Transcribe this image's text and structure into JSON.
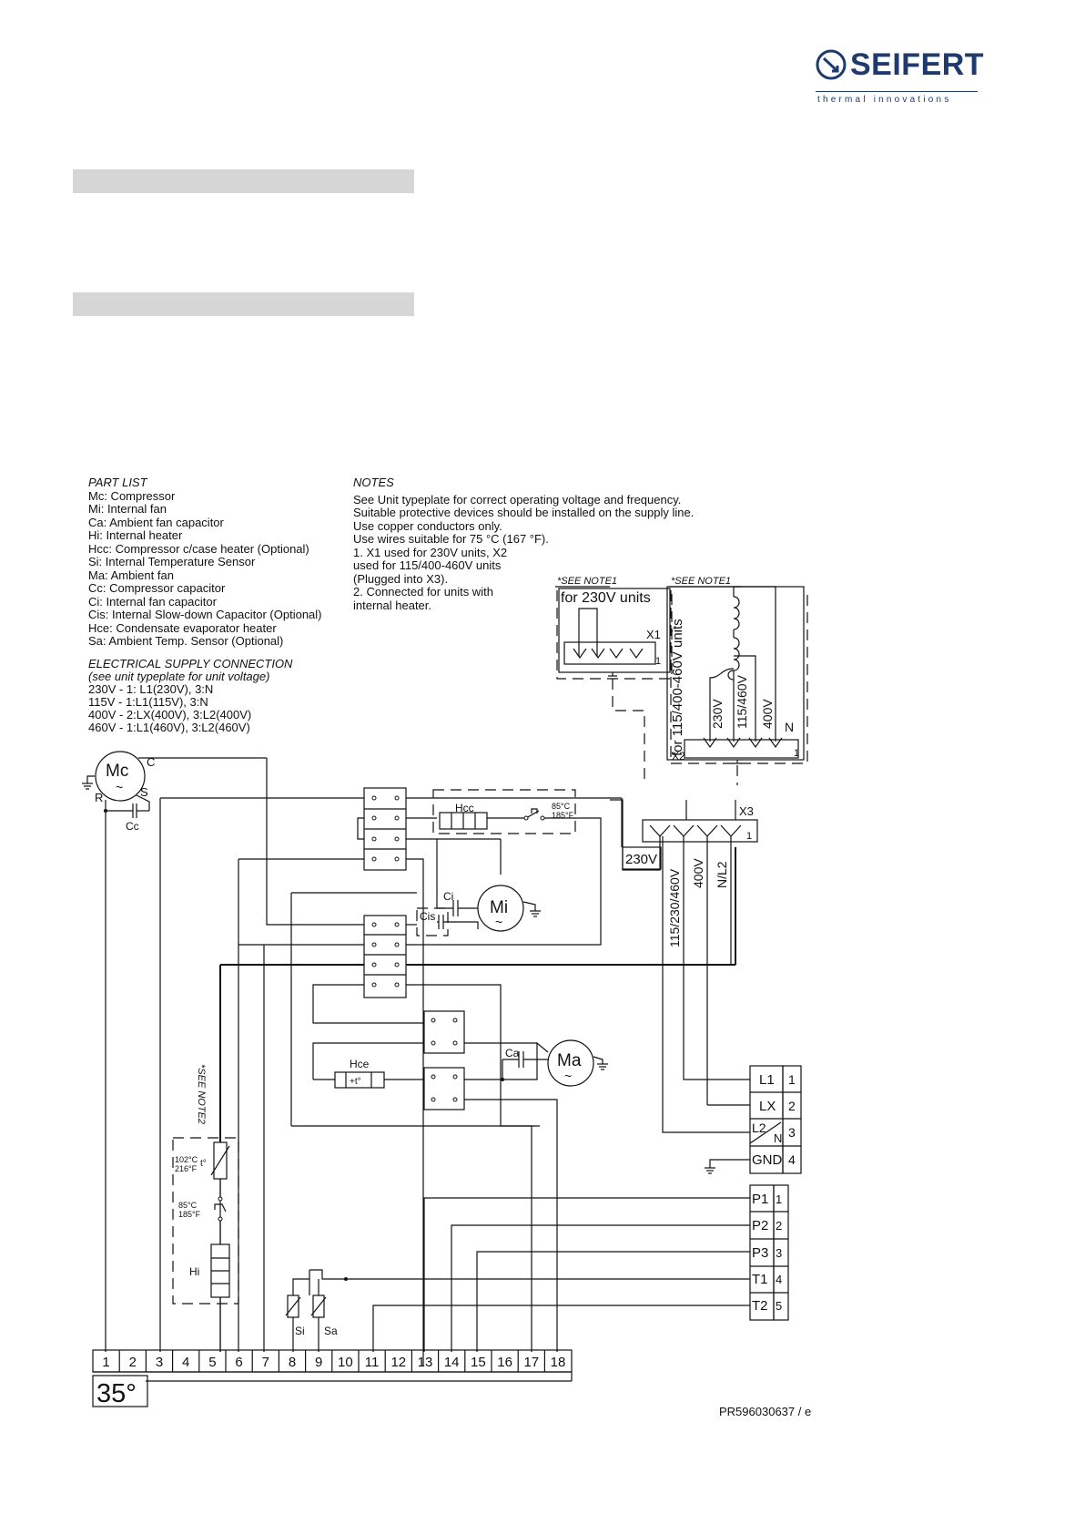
{
  "brand": {
    "name": "SEIFERT",
    "tagline": "thermal innovations",
    "color": "#1e3a6e"
  },
  "part_list": {
    "title": "PART LIST",
    "items": [
      "Mc: Compressor",
      "Mi: Internal fan",
      "Ca: Ambient fan capacitor",
      "Hi: Internal heater",
      "Hcc: Compressor c/case heater (Optional)",
      "Si: Internal Temperature Sensor",
      "Ma: Ambient fan",
      "Cc: Compressor capacitor",
      "Ci: Internal fan capacitor",
      "Cis: Internal Slow-down Capacitor (Optional)",
      "Hce: Condensate evaporator heater",
      "Sa: Ambient Temp. Sensor (Optional)"
    ]
  },
  "supply": {
    "title": "ELECTRICAL SUPPLY CONNECTION",
    "subtitle": "(see unit typeplate for unit voltage)",
    "lines": [
      "230V - 1: L1(230V), 3:N",
      "115V - 1:L1(115V), 3:N",
      "400V - 2:LX(400V), 3:L2(400V)",
      "460V - 1:L1(460V), 3:L2(460V)"
    ]
  },
  "notes": {
    "title": "NOTES",
    "lines": [
      "See Unit typeplate for correct operating voltage and frequency.",
      "Suitable protective devices should be installed on the supply line.",
      "Use copper conductors only.",
      "Use wires suitable for 75 °C (167 °F).",
      "1. X1 used for 230V units, X2",
      "used for 115/400-460V units",
      "(Plugged into X3).",
      "2. Connected for units with",
      "internal heater."
    ]
  },
  "diagram": {
    "see_note1": "*SEE NOTE1",
    "see_note2": "*SEE NOTE2",
    "x1_label": "for 230V units",
    "x2_label": "for 115/400-460V units",
    "x1": "X1",
    "x2": "X2",
    "x3": "X3",
    "one": "1",
    "x2_taps": [
      "230V",
      "115/460V",
      "400V",
      "N"
    ],
    "x3_taps": [
      "230V",
      "115/230/460V",
      "400V",
      "N/L2"
    ],
    "components": {
      "mc": "Mc",
      "mi": "Mi",
      "ma": "Ma",
      "tilde": "~",
      "c": "C",
      "s": "S",
      "r": "R",
      "cc": "Cc",
      "ci": "Ci",
      "cis": "Cis",
      "ca": "Ca",
      "hcc": "Hcc",
      "hce": "Hce",
      "hce_sym": "+t°",
      "hi": "Hi",
      "si": "Si",
      "sa": "Sa",
      "t": "t°",
      "hcc_temp1": "85°C",
      "hcc_temp2": "185°F",
      "hi_temp1a": "102°C",
      "hi_temp1b": "216°F",
      "hi_temp2a": "85°C",
      "hi_temp2b": "185°F"
    },
    "supply_terminals": [
      {
        "label": "L1",
        "num": "1"
      },
      {
        "label": "LX",
        "num": "2"
      },
      {
        "label": "L2",
        "label2": "N",
        "num": "3"
      },
      {
        "label": "GND",
        "num": "4"
      }
    ],
    "signal_terminals": [
      {
        "label": "P1",
        "num": "1"
      },
      {
        "label": "P2",
        "num": "2"
      },
      {
        "label": "P3",
        "num": "3"
      },
      {
        "label": "T1",
        "num": "4"
      },
      {
        "label": "T2",
        "num": "5"
      }
    ],
    "terminal_strip": [
      "1",
      "2",
      "3",
      "4",
      "5",
      "6",
      "7",
      "8",
      "9",
      "10",
      "11",
      "12",
      "13",
      "14",
      "15",
      "16",
      "17",
      "18"
    ],
    "model_label": "35°"
  },
  "doc_ref": "PR596030637 / e"
}
